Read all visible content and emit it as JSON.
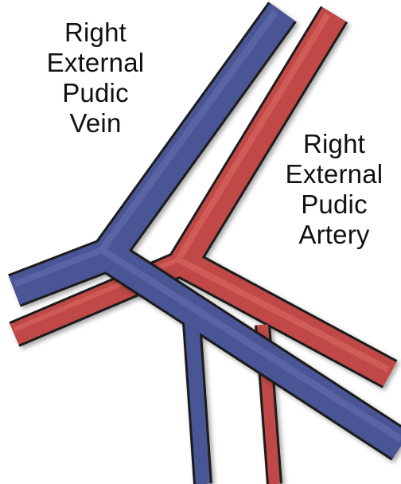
{
  "labels": {
    "vein": [
      "Right",
      "External",
      "Pudic",
      "Vein"
    ],
    "artery": [
      "Right",
      "External",
      "Pudic",
      "Artery"
    ]
  },
  "colors": {
    "vein": "#4a5595",
    "vein_light": "#6a74b4",
    "vein_dark": "#2f3566",
    "artery": "#c04a47",
    "artery_light": "#dd6a63",
    "artery_dark": "#7d2a28",
    "outline": "#1a1a1a"
  }
}
